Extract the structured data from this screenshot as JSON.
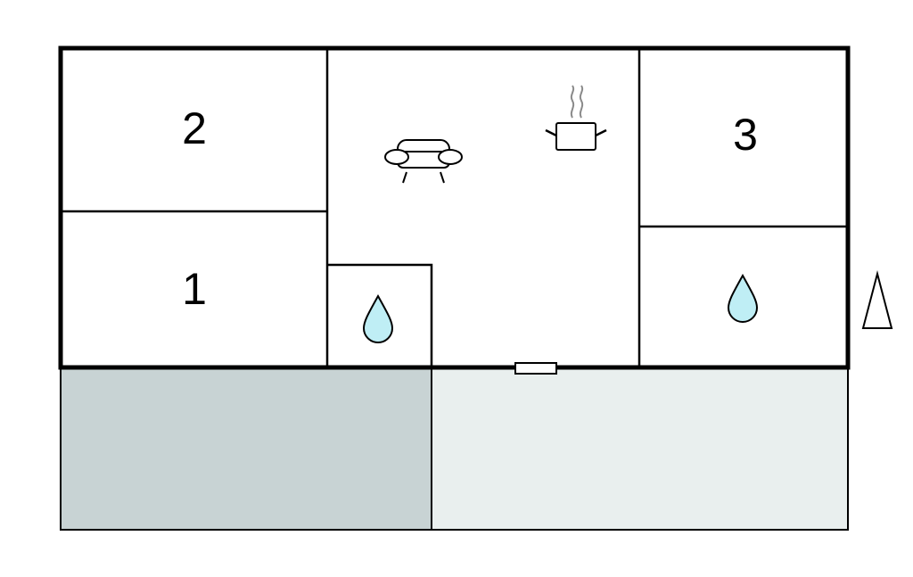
{
  "rooms": {
    "bedroom_2": {
      "label": "2"
    },
    "bedroom_1": {
      "label": "1"
    },
    "bedroom_3": {
      "label": "3"
    }
  },
  "icons": {
    "sofa": "sofa-icon",
    "cooking_pot": "cooking-pot-icon",
    "water_drop": "water-drop-icon",
    "compass": "north-arrow-icon"
  },
  "colors": {
    "wall": "#000000",
    "water_drop_fill": "#bfeef5",
    "terrace_covered": "#c8d3d4",
    "terrace_open": "#e9efee",
    "steam": "#8a8a8a"
  }
}
